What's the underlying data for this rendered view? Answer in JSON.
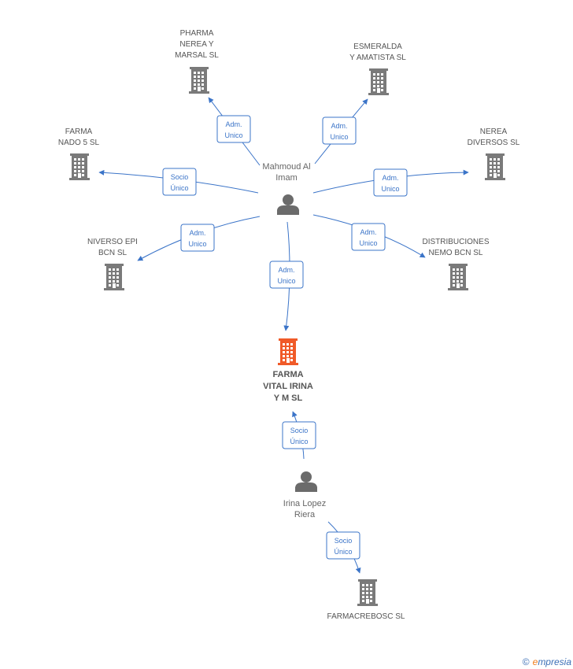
{
  "nodes": [
    {
      "id": "pharma",
      "type": "company",
      "lines": [
        "PHARMA",
        "NEREA Y",
        "MARSAL SL"
      ],
      "highlight": false
    },
    {
      "id": "esmeralda",
      "type": "company",
      "lines": [
        "ESMERALDA",
        "Y AMATISTA  SL"
      ],
      "highlight": false
    },
    {
      "id": "farma-nado",
      "type": "company",
      "lines": [
        "FARMA",
        "NADO 5 SL"
      ],
      "highlight": false
    },
    {
      "id": "nerea-div",
      "type": "company",
      "lines": [
        "NEREA",
        "DIVERSOS SL"
      ],
      "highlight": false
    },
    {
      "id": "niverso",
      "type": "company",
      "lines": [
        "NIVERSO EPI",
        "BCN SL"
      ],
      "highlight": false
    },
    {
      "id": "distrib",
      "type": "company",
      "lines": [
        "DISTRIBUCIONES",
        "NEMO BCN SL"
      ],
      "highlight": false
    },
    {
      "id": "farma-vital",
      "type": "company",
      "lines": [
        "FARMA",
        "VITAL IRINA",
        "Y M SL"
      ],
      "highlight": true
    },
    {
      "id": "farmacrebosc",
      "type": "company",
      "lines": [
        "FARMACREBOSC SL"
      ],
      "highlight": false
    },
    {
      "id": "mahmoud",
      "type": "person",
      "lines": [
        "Mahmoud Al",
        "Imam"
      ]
    },
    {
      "id": "irina",
      "type": "person",
      "lines": [
        "Irina Lopez",
        "Riera"
      ]
    }
  ],
  "edges": [
    {
      "from": "mahmoud",
      "to": "pharma",
      "label": [
        "Adm.",
        "Unico"
      ]
    },
    {
      "from": "mahmoud",
      "to": "esmeralda",
      "label": [
        "Adm.",
        "Unico"
      ]
    },
    {
      "from": "mahmoud",
      "to": "farma-nado",
      "label": [
        "Socio",
        "Único"
      ]
    },
    {
      "from": "mahmoud",
      "to": "nerea-div",
      "label": [
        "Adm.",
        "Unico"
      ]
    },
    {
      "from": "mahmoud",
      "to": "niverso",
      "label": [
        "Adm.",
        "Unico"
      ]
    },
    {
      "from": "mahmoud",
      "to": "distrib",
      "label": [
        "Adm.",
        "Unico"
      ]
    },
    {
      "from": "mahmoud",
      "to": "farma-vital",
      "label": [
        "Adm.",
        "Unico"
      ]
    },
    {
      "from": "irina",
      "to": "farma-vital",
      "label": [
        "Socio",
        "Único"
      ]
    },
    {
      "from": "irina",
      "to": "farmacrebosc",
      "label": [
        "Socio",
        "Único"
      ]
    }
  ],
  "colors": {
    "company": "#7a7a7a",
    "highlight": "#f05a28",
    "edge": "#3b74c8",
    "person": "#6b6b6b"
  },
  "footer": {
    "copyright": "©",
    "brand_initial": "e",
    "brand_rest": "mpresia"
  }
}
